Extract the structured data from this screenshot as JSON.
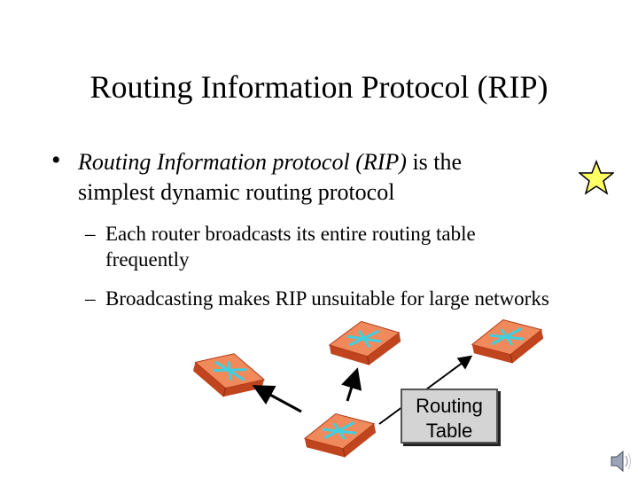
{
  "slide": {
    "title": "Routing Information Protocol (RIP)",
    "bullet": {
      "mark": "•",
      "italic_part": "Routing Information protocol (RIP)",
      "rest": " is the simplest dynamic routing protocol"
    },
    "subbullets": [
      {
        "dash": "–",
        "text": "Each router broadcasts its entire routing table frequently"
      },
      {
        "dash": "–",
        "text": "Broadcasting makes RIP unsuitable for large networks"
      }
    ],
    "routing_table_box": {
      "line1": "Routing",
      "line2": "Table"
    }
  },
  "icons": {
    "router": "router-icon",
    "star": "star-icon",
    "speaker": "speaker-icon"
  },
  "colors": {
    "router_top": "#f08a5d",
    "router_side": "#c0451f",
    "router_arrows": "#3fd0e0",
    "star_fill": "#ffff66",
    "box_fill": "#d4d4d4"
  }
}
